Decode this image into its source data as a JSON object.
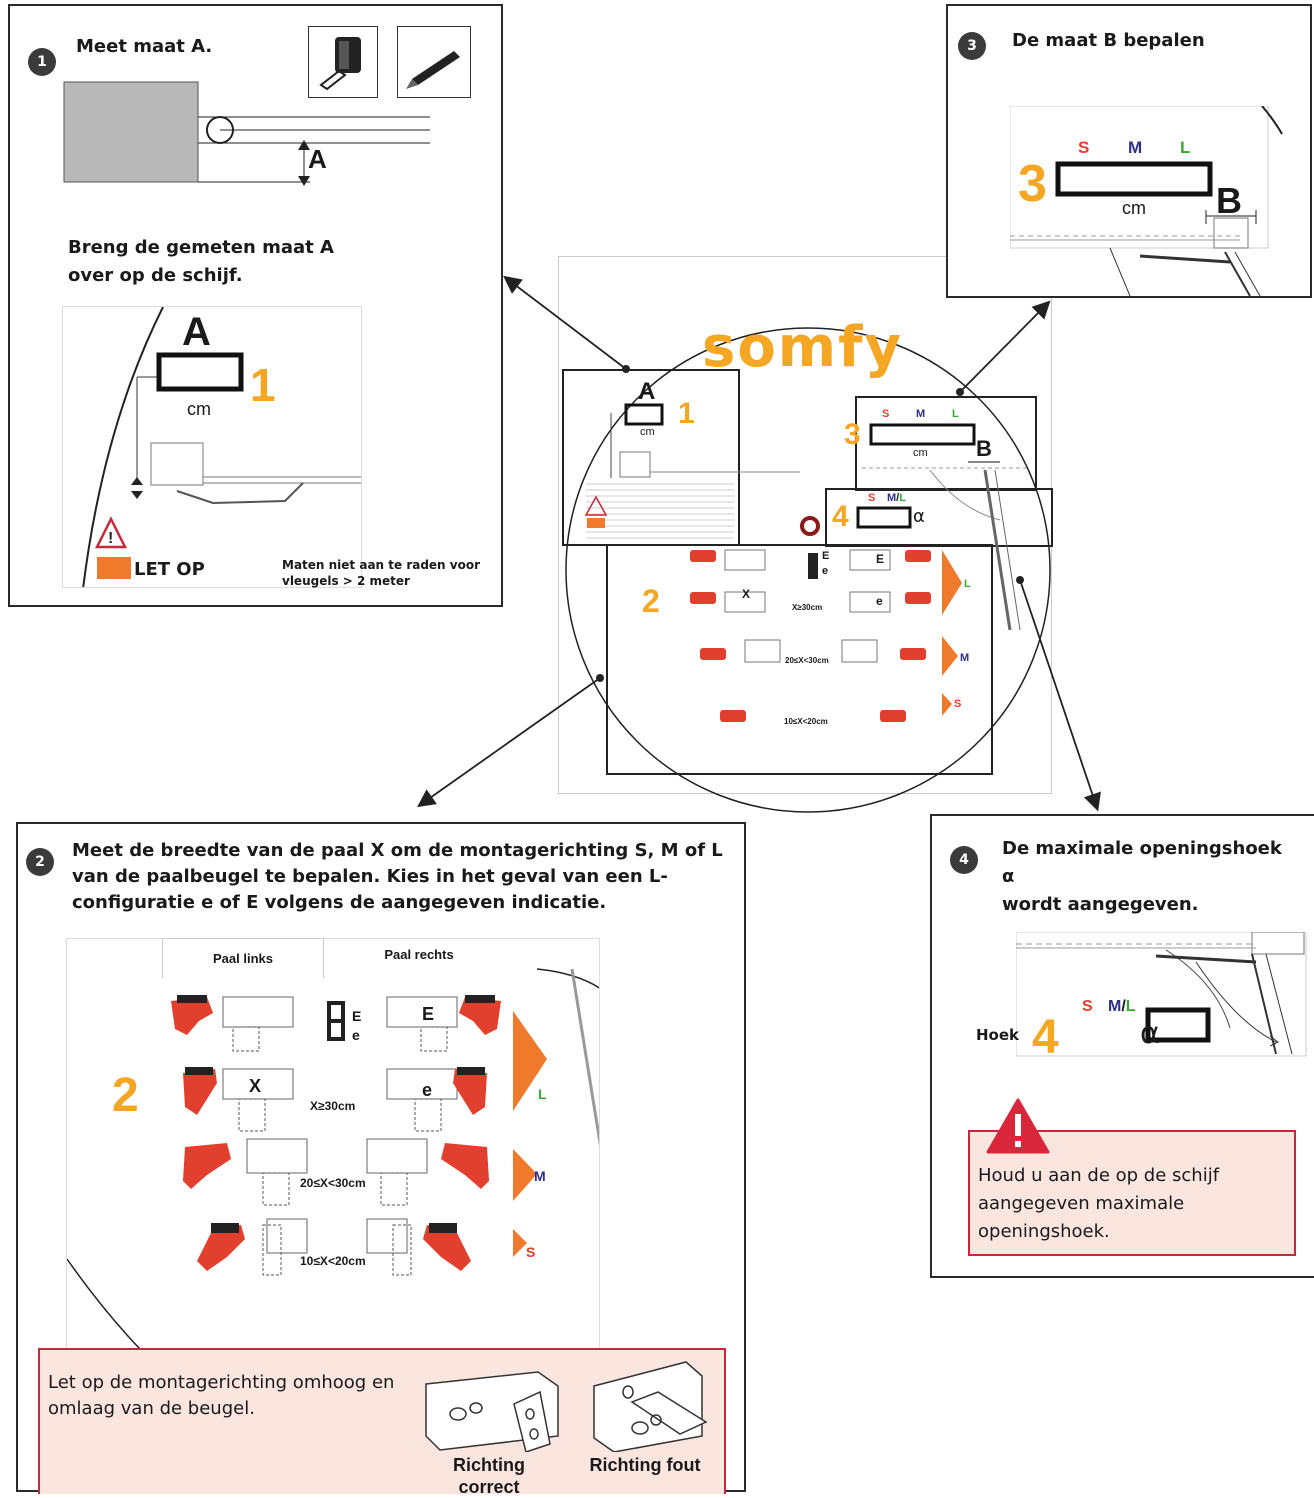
{
  "brand": {
    "logo_text": "somfy",
    "color": "#f5a623"
  },
  "colors": {
    "accent_orange": "#f5a623",
    "warning_red": "#c8283b",
    "s_red": "#e63b2e",
    "m_blue": "#2e2e8f",
    "l_green": "#3aaa35"
  },
  "step1": {
    "number": "1",
    "title": "Meet maat A.",
    "label_A": "A",
    "instruction": "Breng de gemeten maat A over op de schijf.",
    "disk_label": "A",
    "disk_number": "1",
    "unit": "cm",
    "warning_label": "LET OP",
    "warning_text": "Maten niet aan te raden voor vleugels > 2 meter",
    "icons": [
      "tape-measure-icon",
      "pencil-icon"
    ]
  },
  "step2": {
    "number": "2",
    "title": "Meet de breedte van de paal X om de montagerichting S, M of L van de paalbeugel te bepalen. Kies in het geval van een L-configuratie e of E volgens de aangegeven indicatie.",
    "tab_left": "Paal links",
    "tab_right": "Paal rechts",
    "big_number": "2",
    "label_E": "E",
    "label_e": "e",
    "label_X": "X",
    "range_L": "X≥30cm",
    "range_M": "20≤X<30cm",
    "range_S": "10≤X<20cm",
    "size_L": "L",
    "size_M": "M",
    "size_S": "S",
    "warning_text": "Let op de montagerichting omhoog en omlaag van de beugel.",
    "caption_correct": "Richting correct",
    "caption_wrong": "Richting fout"
  },
  "step3": {
    "number": "3",
    "title": "De maat B bepalen",
    "s": "S",
    "m": "M",
    "l": "L",
    "big_number": "3",
    "unit": "cm",
    "label_B": "B"
  },
  "step4": {
    "number": "4",
    "title_line1": "De maximale openingshoek",
    "title_alpha": "α",
    "title_line2": "wordt aangegeven.",
    "s": "S",
    "ml_m": "M",
    "ml_slash": "/",
    "ml_l": "L",
    "hoek": "Hoek",
    "big_number": "4",
    "alpha": "α",
    "warning_text": "Houd u aan de op de schijf aangegeven maximale openingshoek."
  },
  "disk": {
    "label_A": "A",
    "num1": "1",
    "unit": "cm",
    "s": "S",
    "m": "M",
    "l": "L",
    "num3": "3",
    "label_B": "B",
    "ml_m": "M",
    "ml_slash": "/",
    "ml_l": "L",
    "num4": "4",
    "alpha": "α",
    "num2": "2",
    "label_E": "E",
    "label_e": "e",
    "label_X": "X",
    "range_L": "X≥30cm",
    "range_M": "20≤X<30cm",
    "range_S": "10≤X<20cm",
    "size_L": "L",
    "size_M": "M",
    "size_S": "S"
  }
}
